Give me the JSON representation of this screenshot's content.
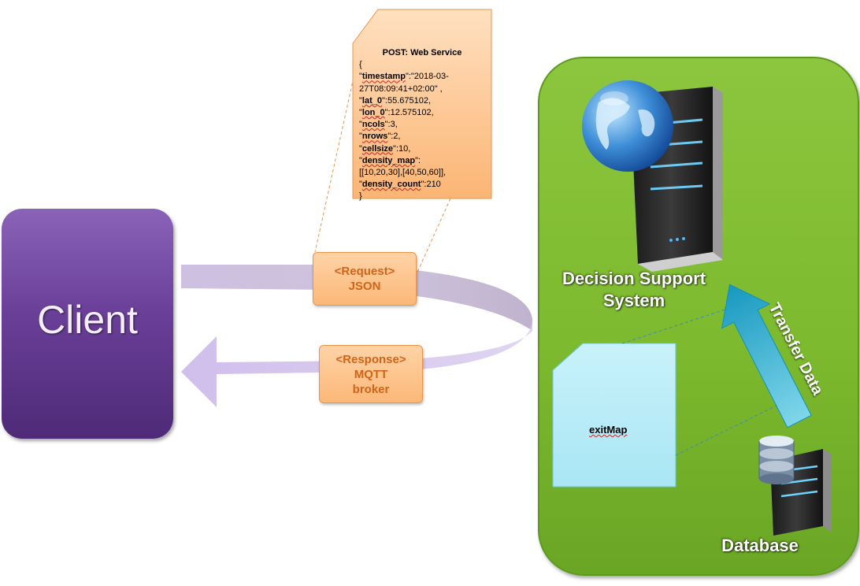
{
  "client": {
    "label": "Client"
  },
  "request": {
    "line1": "<Request>",
    "line2": "JSON"
  },
  "response": {
    "line1": "<Response>",
    "line2": "MQTT",
    "line3": "broker"
  },
  "note": {
    "title": "POST: Web Service",
    "lines": [
      {
        "pre": "{",
        "key": "",
        "post": ""
      },
      {
        "pre": "\"",
        "key": "timestamp",
        "post": "\":\"2018-03-"
      },
      {
        "pre": "27T08:09:41+02:00\" ,",
        "key": "",
        "post": ""
      },
      {
        "pre": "\"",
        "key": "lat_0",
        "post": "\":55.675102,"
      },
      {
        "pre": "\"",
        "key": "lon_0",
        "post": "\":12.575102,"
      },
      {
        "pre": "\"",
        "key": "ncols",
        "post": "\":3,"
      },
      {
        "pre": "\"",
        "key": "nrows",
        "post": "\":2,"
      },
      {
        "pre": "\"",
        "key": "cellsize",
        "post": "\":10,"
      },
      {
        "pre": "\"",
        "key": "density_map",
        "post": "\":"
      },
      {
        "pre": "[[10,20,30],[40,50,60]],",
        "key": "",
        "post": ""
      },
      {
        "pre": "\"",
        "key": "density_count",
        "post": "\":210"
      },
      {
        "pre": "}",
        "key": "",
        "post": ""
      }
    ]
  },
  "system": {
    "dss_line1": "Decision Support",
    "dss_line2": "System",
    "database_label": "Database",
    "exitmap_label": "exitMap",
    "transfer_label": "Transfer Data"
  },
  "colors": {
    "client": "#6a3f98",
    "system_panel": "#7dba2e",
    "callout": "#fbb878",
    "callout_text": "#d0651a",
    "exitmap_doc": "#b7ecf7",
    "transfer_arrow": "#1ea7c8"
  },
  "icons": [
    "globe-icon",
    "server-icon",
    "database-icon"
  ]
}
